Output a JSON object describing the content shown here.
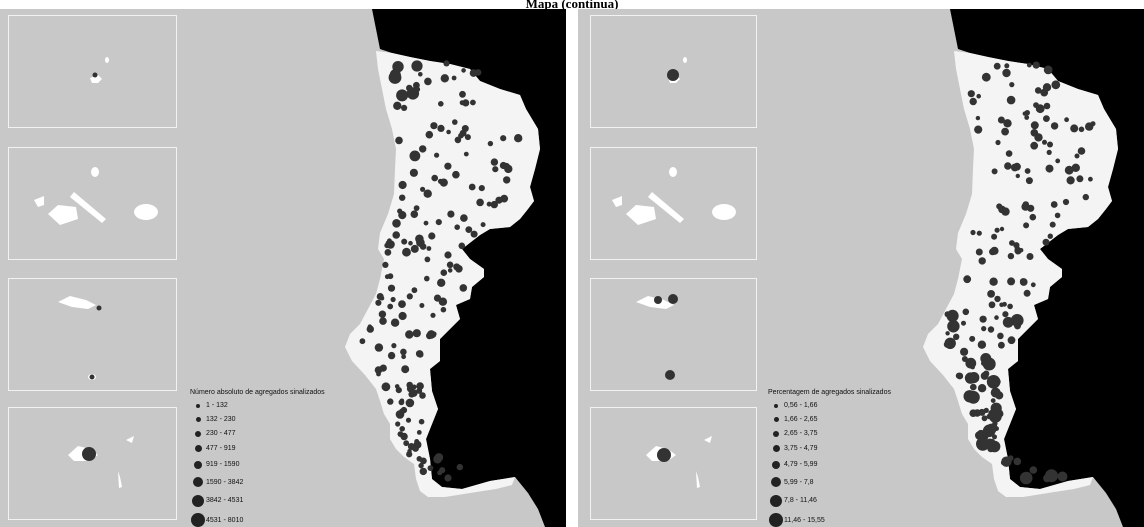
{
  "caption": "Mapa (continua)",
  "maps": [
    {
      "legend": {
        "title": "Número absoluto de agregados sinalizados",
        "classes": [
          "1 - 132",
          "132 - 230",
          "230 - 477",
          "477 - 919",
          "919 - 1590",
          "1590 - 3842",
          "3842 - 4531",
          "4531 - 8010"
        ]
      }
    },
    {
      "legend": {
        "title": "Percentagem de agregados sinalizados",
        "classes": [
          "0,56 - 1,66",
          "1,66 - 2,65",
          "2,65 - 3,75",
          "3,75 - 4,79",
          "4,79 - 5,99",
          "5,99 - 7,8",
          "7,8 - 11,46",
          "11,46 - 15,55"
        ]
      }
    }
  ],
  "colors": {
    "sea": "#c8c8c8",
    "land": "#f4f4f4",
    "spain": "#000000",
    "symbol": "#333333",
    "inset_border": "#f2f2f2"
  }
}
